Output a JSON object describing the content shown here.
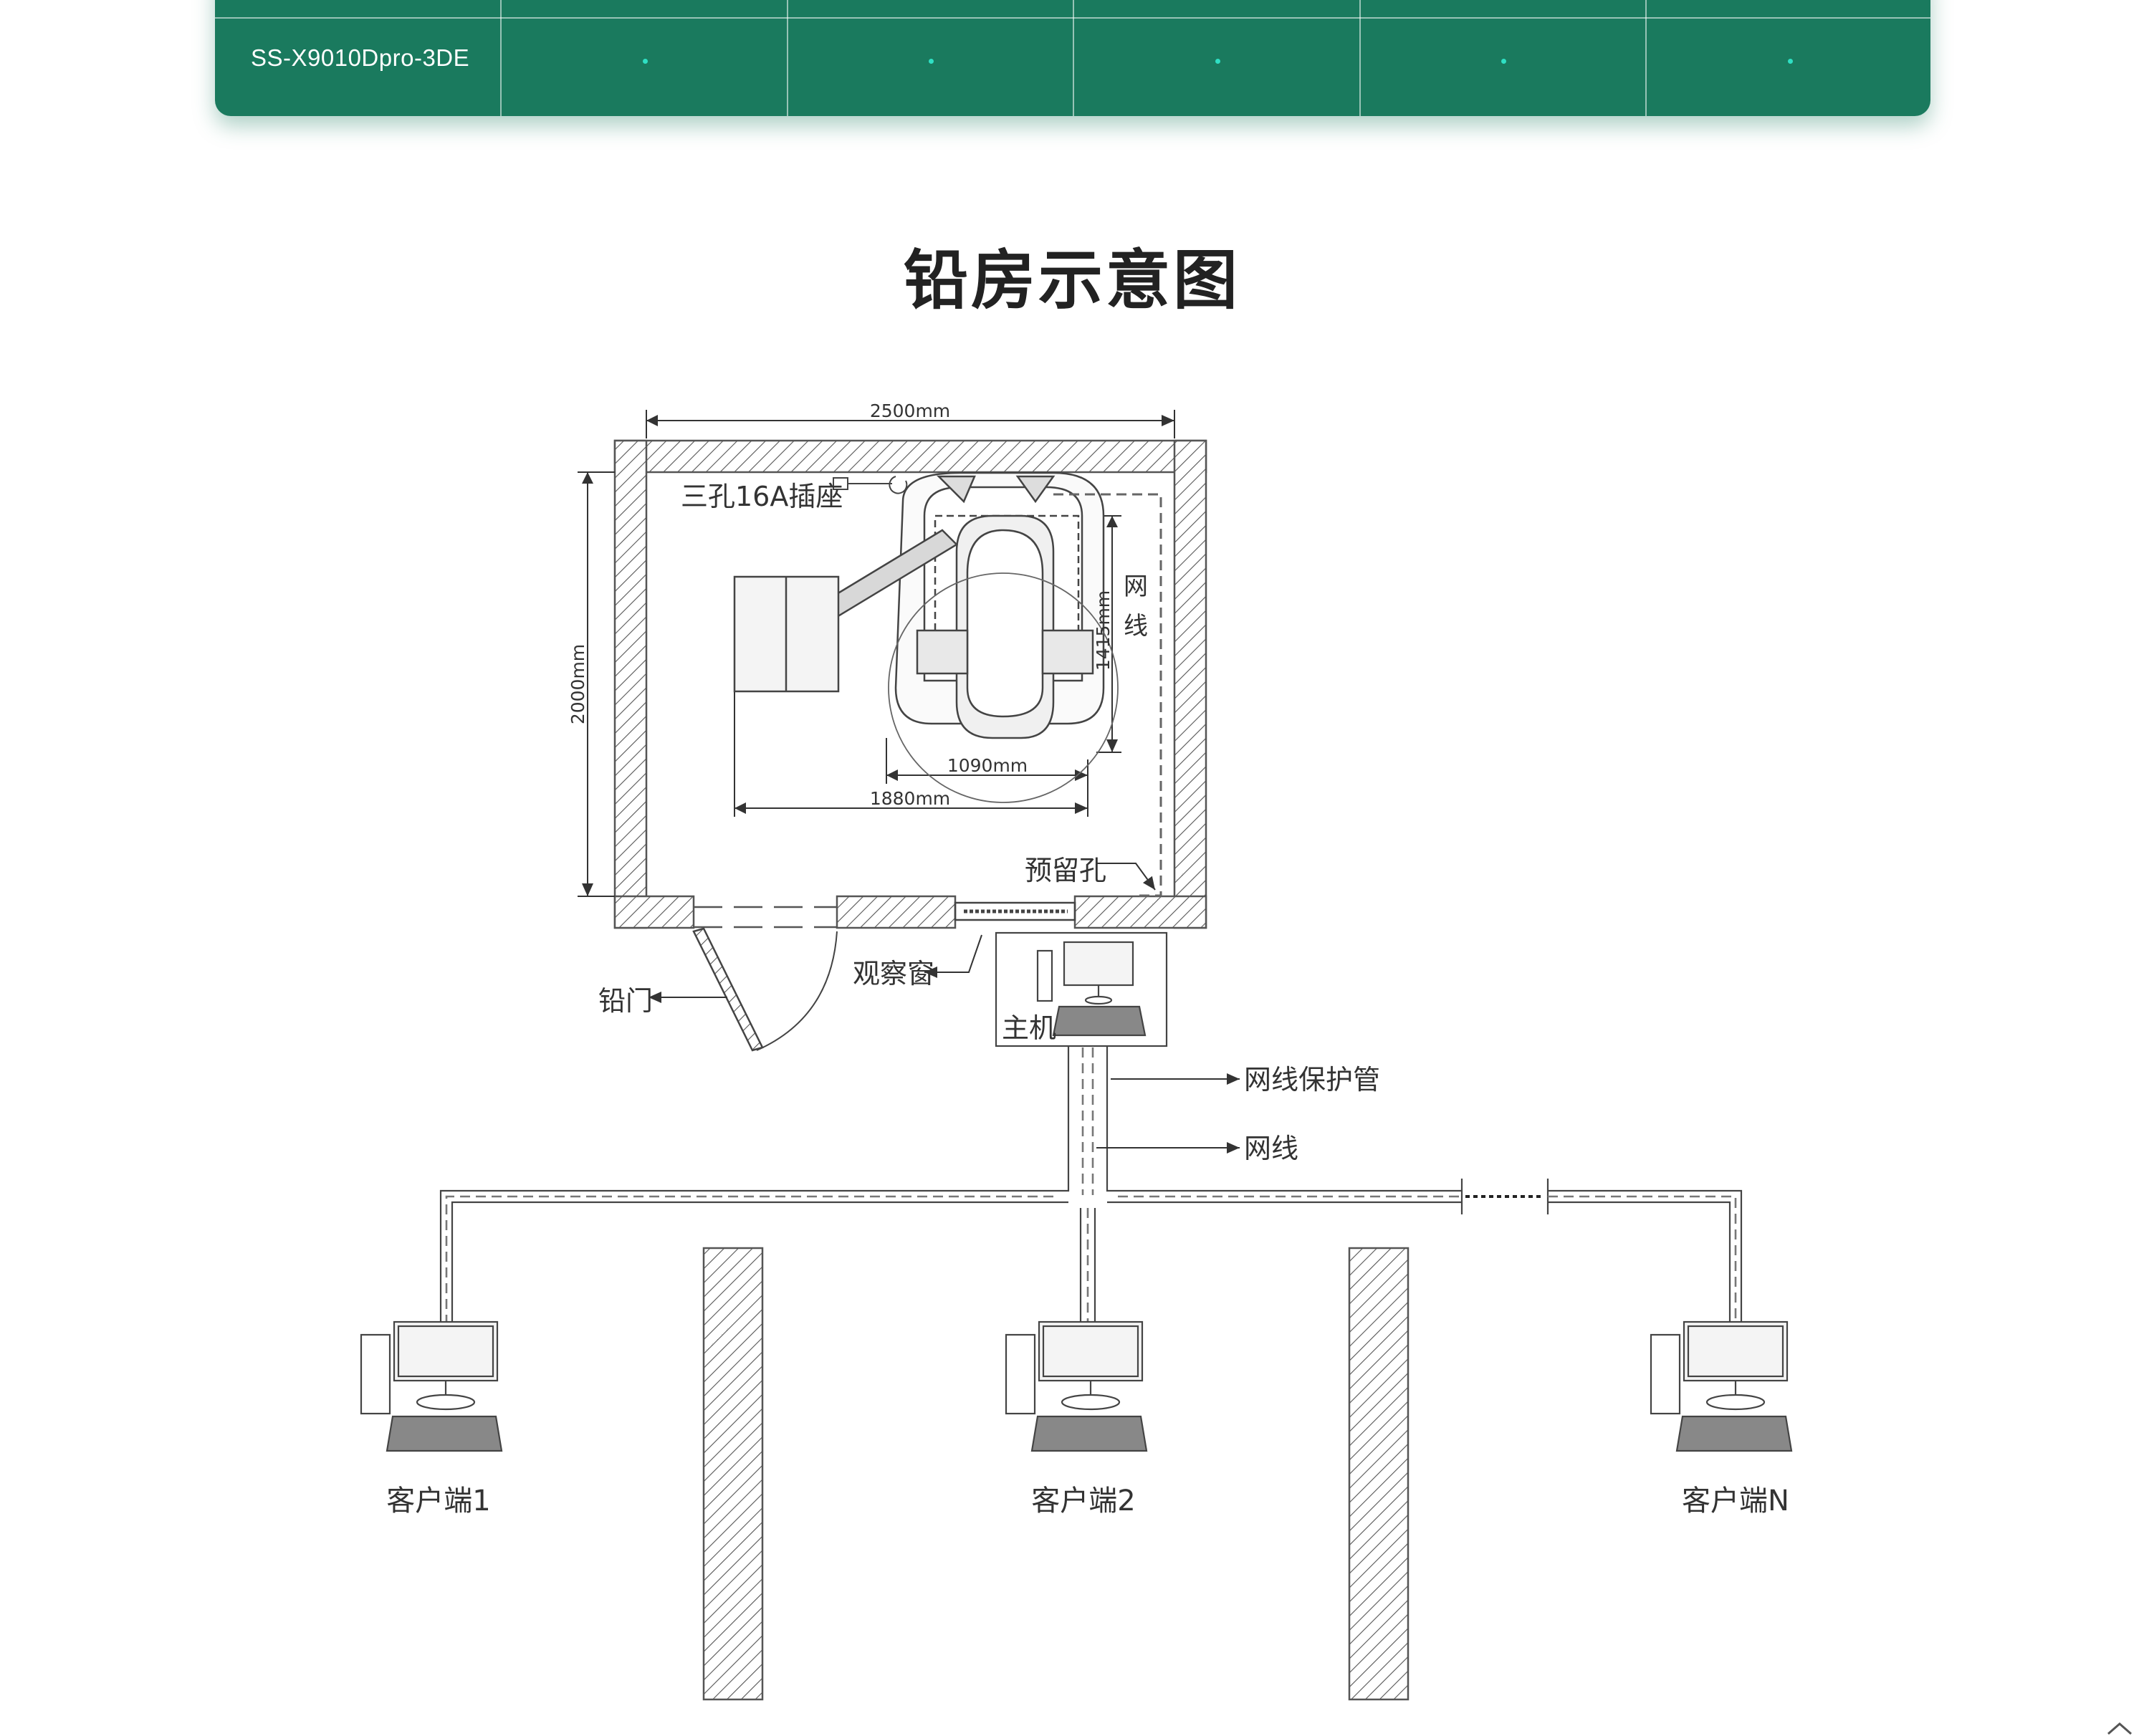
{
  "spec_table": {
    "model": "SS-X9010Dpro-3DE",
    "cell_marks": [
      "•",
      "•",
      "•",
      "•",
      "•"
    ],
    "colors": {
      "background": "#1a7a5e",
      "dot": "#2fe0c4"
    }
  },
  "title": "铅房示意图",
  "diagram": {
    "dim_width": "2500mm",
    "dim_height": "2000mm",
    "dim_device_width": "1880mm",
    "dim_rotation": "1090mm",
    "dim_depth": "1415mm",
    "socket": "三孔16A插座",
    "network_cable_vertical": "网线",
    "reserved_hole": "预留孔",
    "observation_window": "观察窗",
    "lead_door": "铅门",
    "host": "主机",
    "cable_protection_pipe": "网线保护管",
    "network_cable": "网线",
    "clients": [
      "客户端1",
      "客户端2",
      "客户端N"
    ]
  }
}
